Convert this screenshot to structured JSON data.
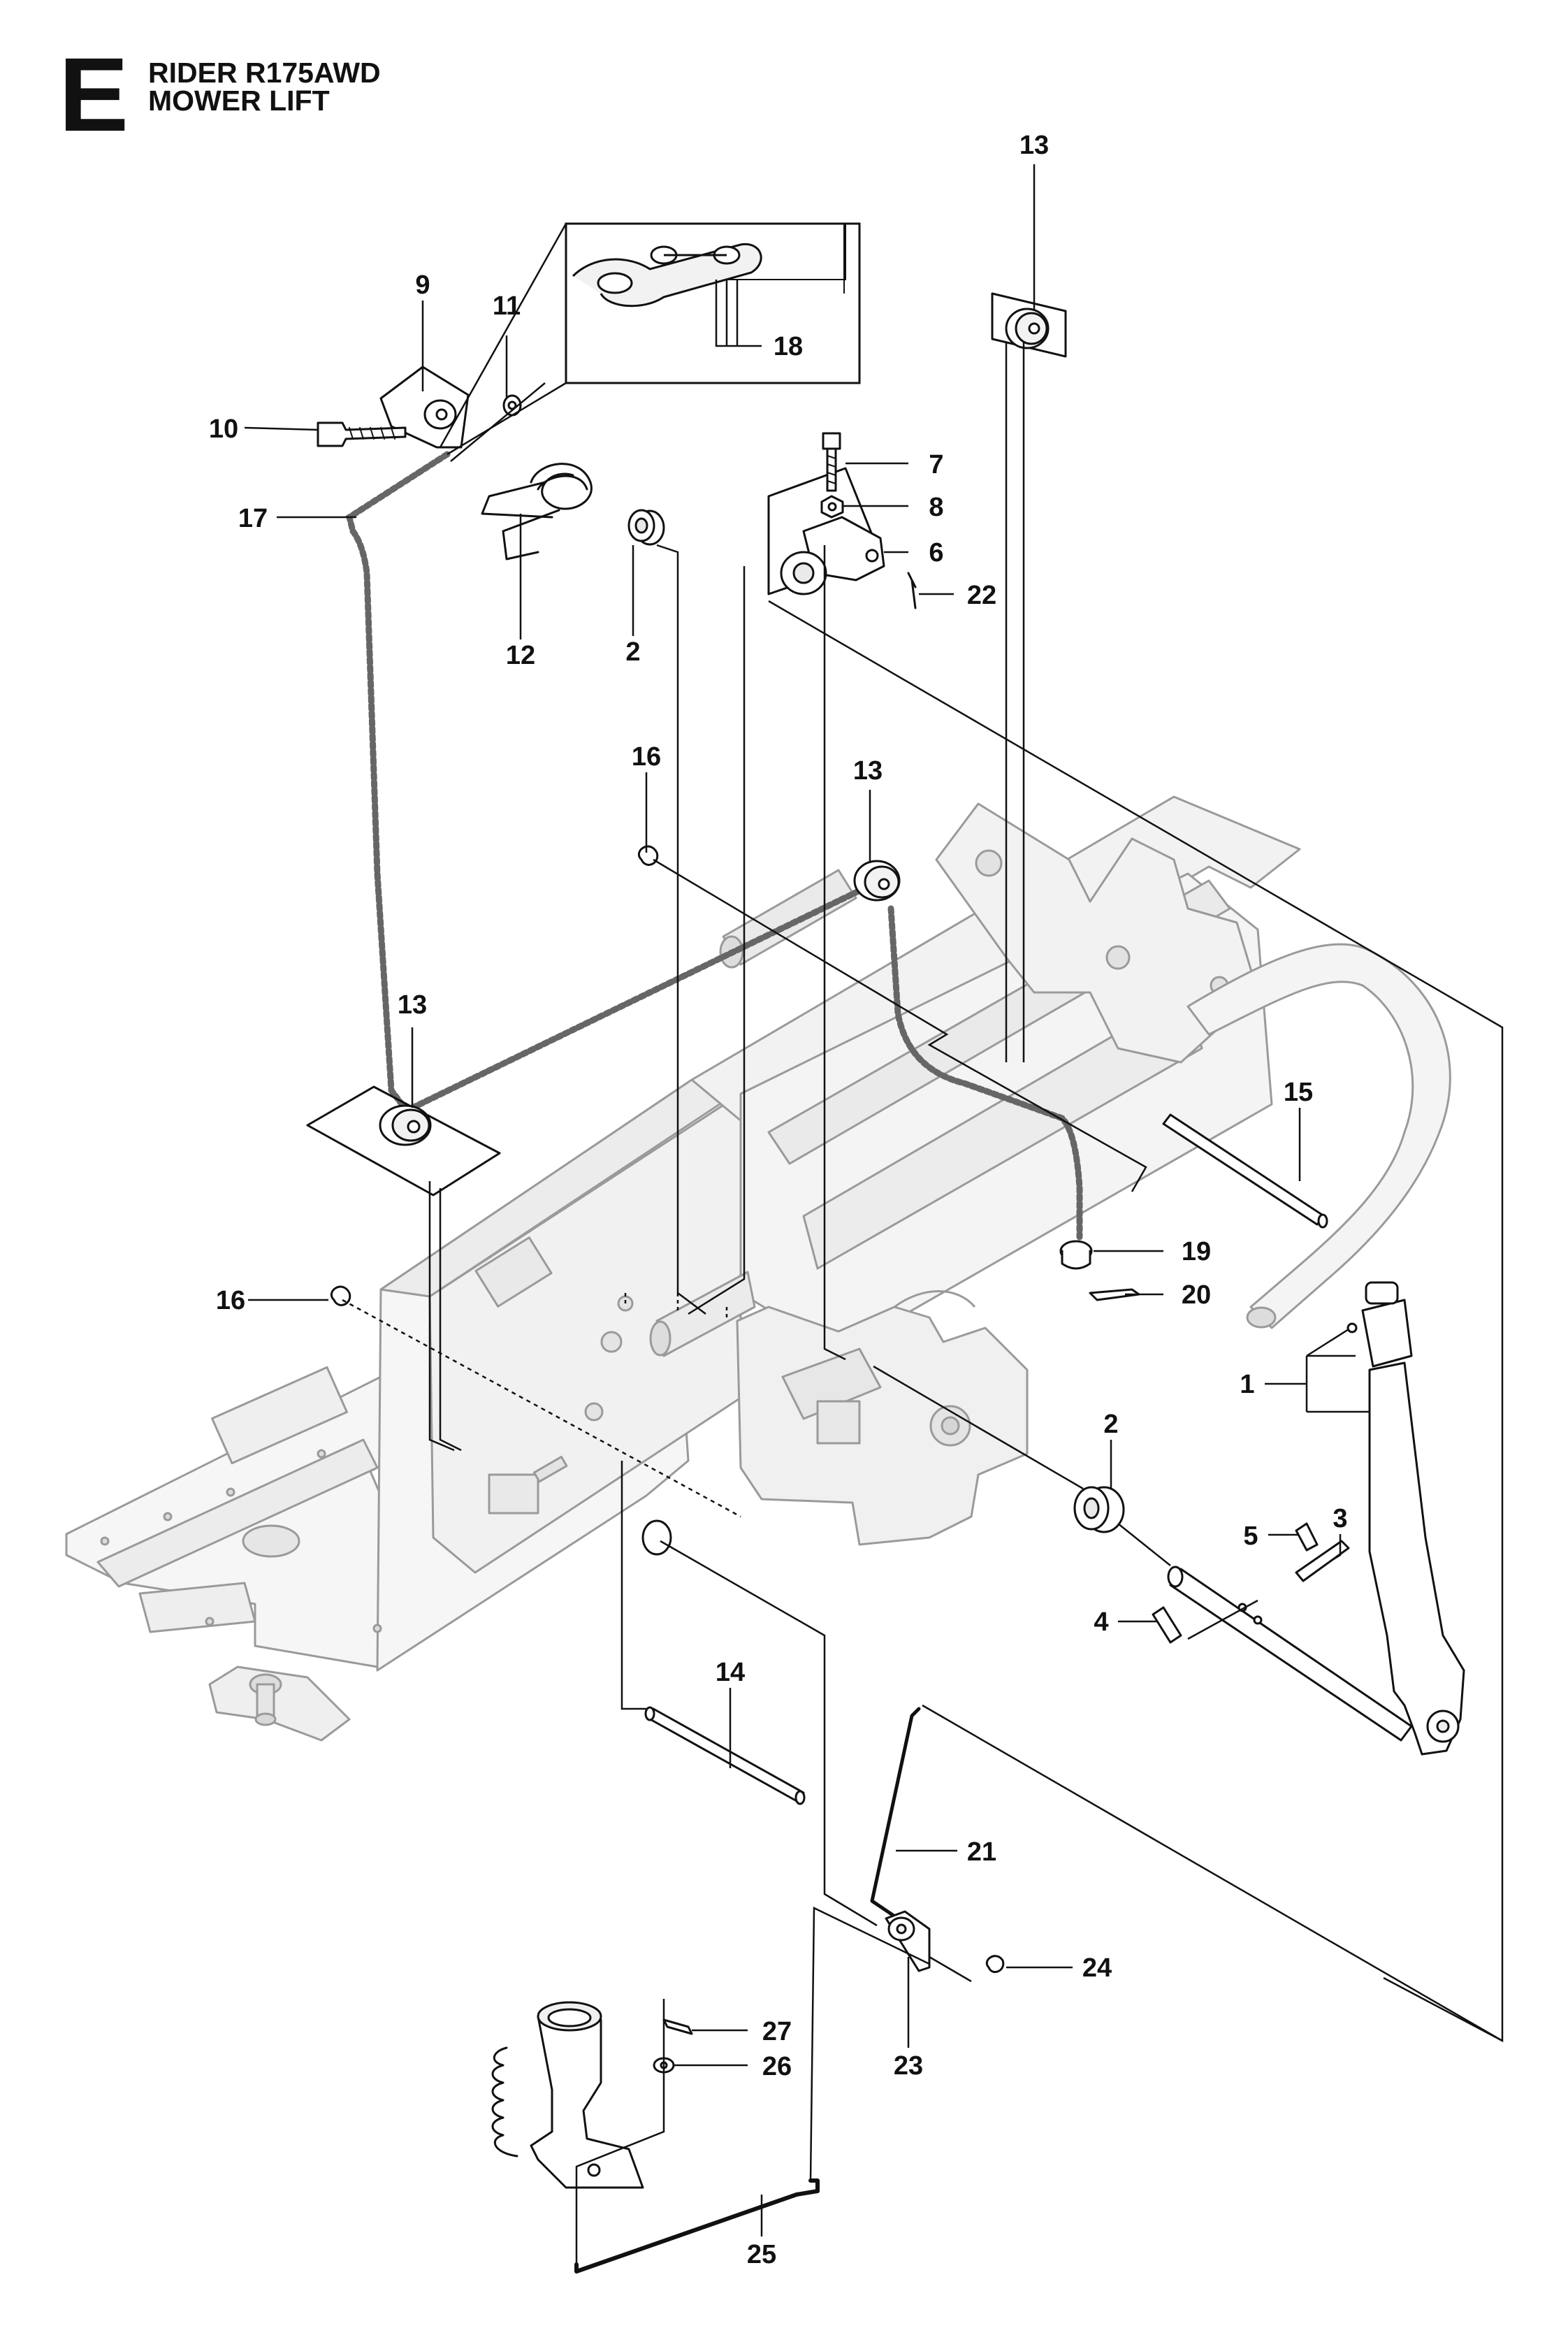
{
  "header": {
    "section_letter": "E",
    "model": "RIDER R175AWD",
    "subtitle": "MOWER LIFT"
  },
  "callouts": [
    {
      "id": "callout-1",
      "label": "1"
    },
    {
      "id": "callout-2a",
      "label": "2"
    },
    {
      "id": "callout-2b",
      "label": "2"
    },
    {
      "id": "callout-3",
      "label": "3"
    },
    {
      "id": "callout-4",
      "label": "4"
    },
    {
      "id": "callout-5",
      "label": "5"
    },
    {
      "id": "callout-6",
      "label": "6"
    },
    {
      "id": "callout-7",
      "label": "7"
    },
    {
      "id": "callout-8",
      "label": "8"
    },
    {
      "id": "callout-9",
      "label": "9"
    },
    {
      "id": "callout-10",
      "label": "10"
    },
    {
      "id": "callout-11",
      "label": "11"
    },
    {
      "id": "callout-12",
      "label": "12"
    },
    {
      "id": "callout-13a",
      "label": "13"
    },
    {
      "id": "callout-13b",
      "label": "13"
    },
    {
      "id": "callout-13c",
      "label": "13"
    },
    {
      "id": "callout-14",
      "label": "14"
    },
    {
      "id": "callout-15",
      "label": "15"
    },
    {
      "id": "callout-16a",
      "label": "16"
    },
    {
      "id": "callout-16b",
      "label": "16"
    },
    {
      "id": "callout-17",
      "label": "17"
    },
    {
      "id": "callout-18",
      "label": "18"
    },
    {
      "id": "callout-19",
      "label": "19"
    },
    {
      "id": "callout-20",
      "label": "20"
    },
    {
      "id": "callout-21",
      "label": "21"
    },
    {
      "id": "callout-22",
      "label": "22"
    },
    {
      "id": "callout-23",
      "label": "23"
    },
    {
      "id": "callout-24",
      "label": "24"
    },
    {
      "id": "callout-25",
      "label": "25"
    },
    {
      "id": "callout-26",
      "label": "26"
    },
    {
      "id": "callout-27",
      "label": "27"
    }
  ]
}
